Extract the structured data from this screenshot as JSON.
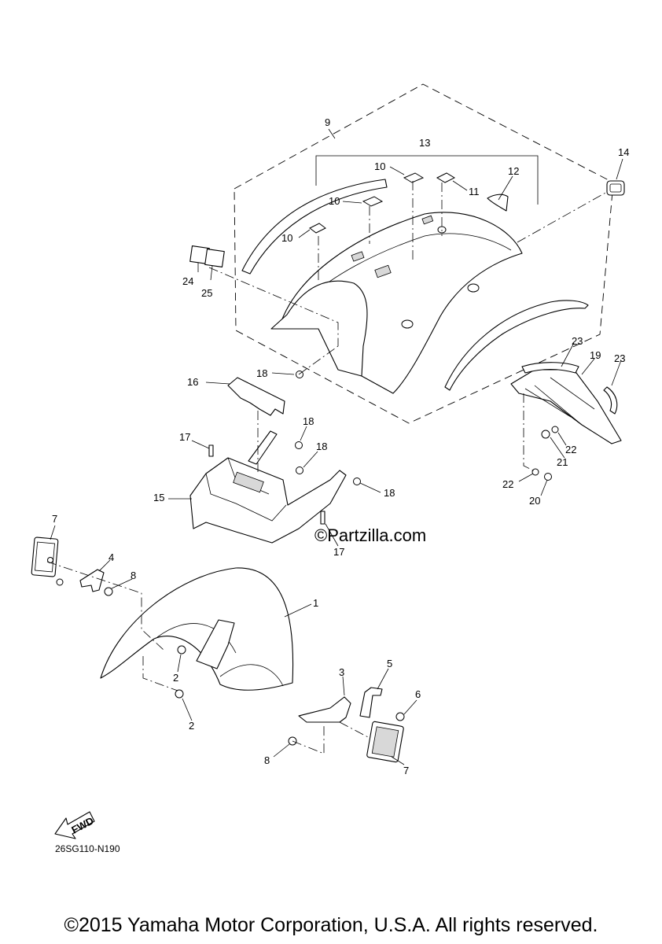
{
  "diagram": {
    "code": "26SG110-N190",
    "fwd_label": "FWD",
    "watermark": "Partzilla.com",
    "copyright": "©2015 Yamaha Motor Corporation, U.S.A. All rights reserved.",
    "callouts": {
      "c1": "1",
      "c2a": "2",
      "c2b": "2",
      "c3": "3",
      "c4": "4",
      "c5": "5",
      "c6": "6",
      "c7a": "7",
      "c7b": "7",
      "c8a": "8",
      "c8b": "8",
      "c9": "9",
      "c10a": "10",
      "c10b": "10",
      "c10c": "10",
      "c11": "11",
      "c12": "12",
      "c13": "13",
      "c14": "14",
      "c15": "15",
      "c16": "16",
      "c17a": "17",
      "c17b": "17",
      "c18a": "18",
      "c18b": "18",
      "c18c": "18",
      "c18d": "18",
      "c19": "19",
      "c20": "20",
      "c21": "21",
      "c22a": "22",
      "c22b": "22",
      "c23a": "23",
      "c23b": "23",
      "c24": "24",
      "c25": "25"
    }
  }
}
